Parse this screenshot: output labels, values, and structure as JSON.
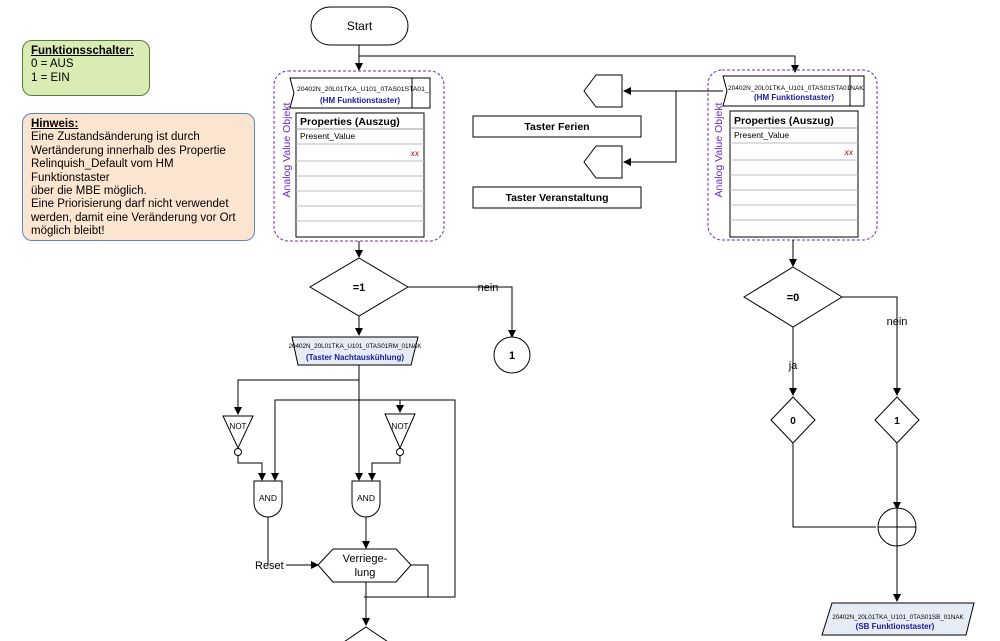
{
  "notes": {
    "switch": {
      "title": "Funktionsschalter:",
      "line1": "0 = AUS",
      "line2": "1 = EIN"
    },
    "hint": {
      "title": "Hinweis:",
      "lines": [
        "Eine Zustandsänderung ist durch",
        "Wertänderung innerhalb des Propertie",
        "Relinquish_Default vom HM Funktionstaster",
        "über die MBE möglich.",
        "Eine Priorisierung darf nicht verwendet",
        "werden, damit eine Veränderung vor Ort",
        "möglich bleibt!"
      ]
    }
  },
  "start_label": "Start",
  "left_object": {
    "side_label": "Analog Value Objekt",
    "id": "20402N_20L01TKA_U101_0TAS01STA01_",
    "sub": "(HM Funktionstaster)",
    "props_title": "Properties (Auszug)",
    "prop_row": "Present_Value",
    "value": "xx"
  },
  "right_object": {
    "side_label": "Analog Value Objekt",
    "id": "20402N_20L01TKA_U101_0TAS01STA01NAK",
    "sub": "(HM Funktionstaster)",
    "props_title": "Properties (Auszug)",
    "prop_row": "Present_Value",
    "value": "xx"
  },
  "taster": {
    "ferien": "Taster Ferien",
    "veranstaltung": "Taster Veranstaltung"
  },
  "decision_left": "=1",
  "decision_right": "=0",
  "labels": {
    "nein_left": "nein",
    "nein_right": "nein",
    "ja": "ja",
    "reset": "Reset"
  },
  "connector_1": "1",
  "output_left": {
    "id": "20402N_20L01TKA_U101_0TAS01RM_01NAK",
    "sub": "(Taster Nachtauskühlung)"
  },
  "output_right": {
    "id": "20402N_20L01TKA_U101_0TAS01SB_01NAK",
    "sub": "(SB Funktionstaster)"
  },
  "gates": {
    "not": "NOT",
    "and": "AND"
  },
  "latch": {
    "line1": "Verriege-",
    "line2": "lung"
  },
  "val0": "0",
  "val1": "1",
  "colors": {
    "switch_bg": "#d9ecb3",
    "hint_bg": "#fbe5d0",
    "hint_border": "#5b86c5",
    "purple": "#6a2bbf",
    "navy": "#1a1a9a",
    "red": "#c00000"
  }
}
